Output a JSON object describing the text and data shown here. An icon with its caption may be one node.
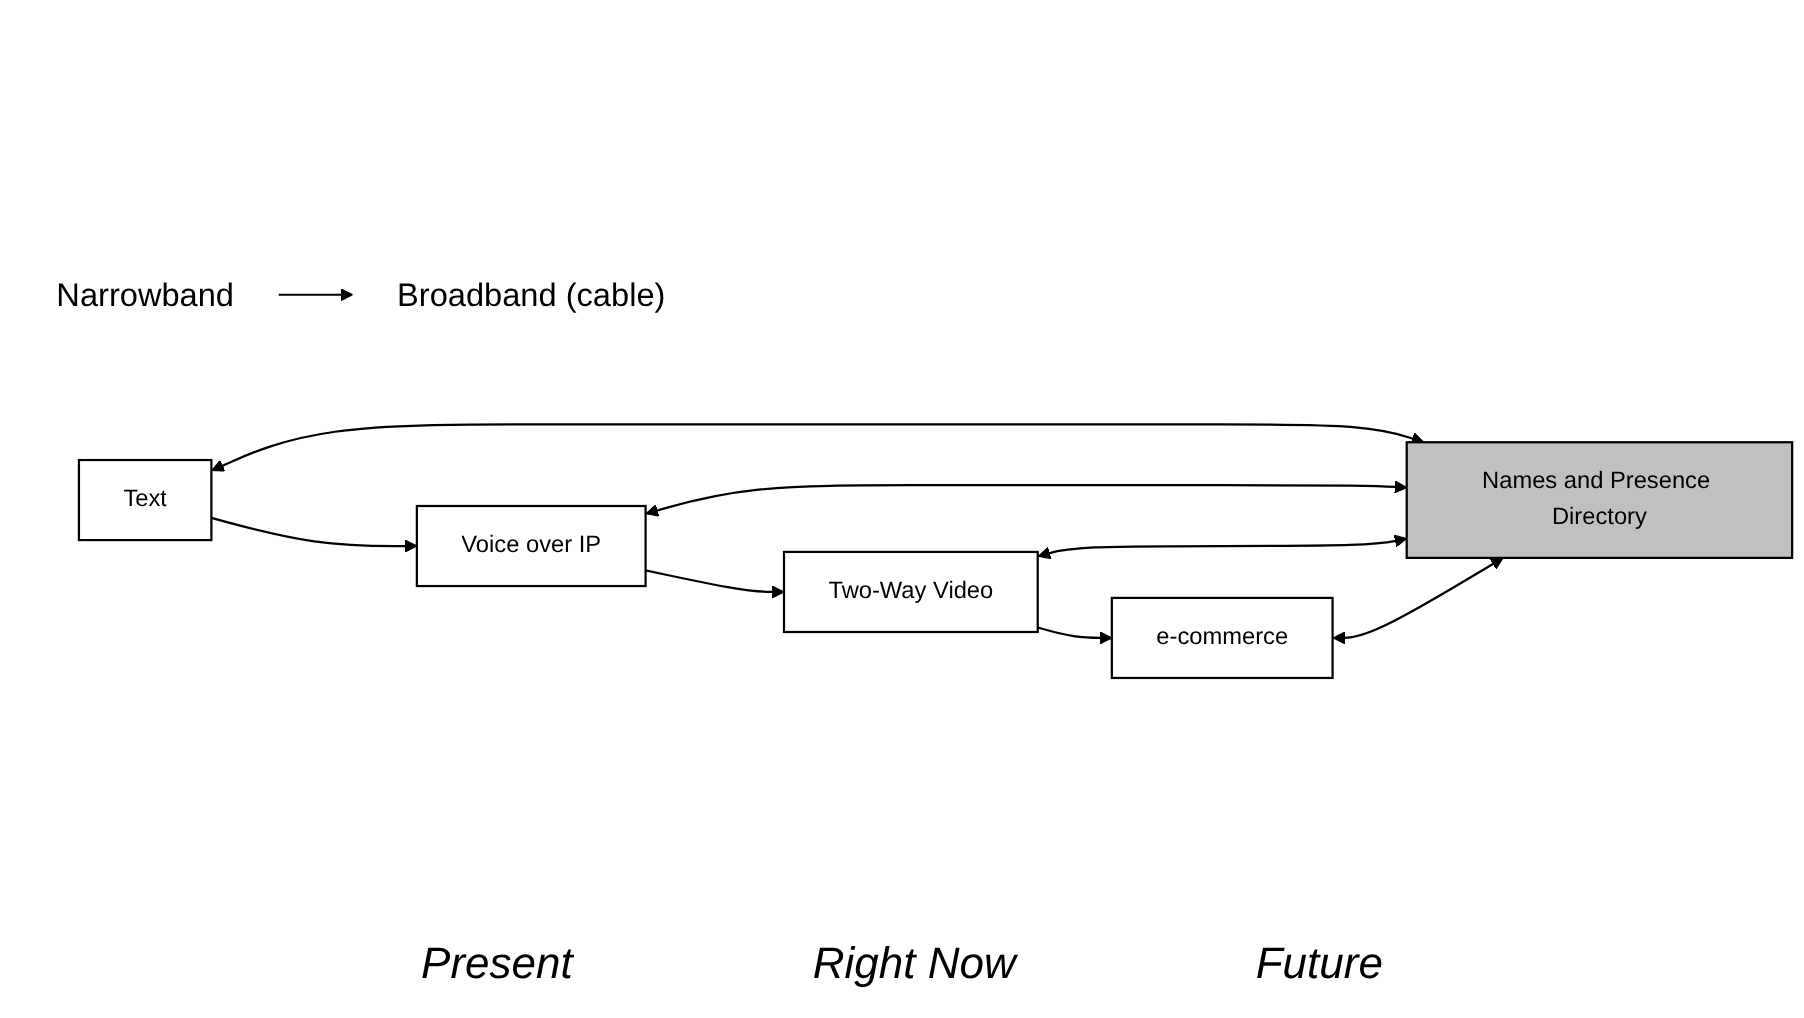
{
  "diagram": {
    "nodes": [
      {
        "text": [
          "Narrowband"
        ]
      },
      {
        "text": [
          "Broadband (cable)"
        ]
      },
      {
        "text": [
          "Text"
        ]
      },
      {
        "text": [
          "Voice over IP"
        ]
      },
      {
        "text": [
          "Two-Way Video"
        ]
      },
      {
        "text": [
          "e-commerce"
        ]
      },
      {
        "text": [
          "Names and Presence Directory"
        ]
      }
    ],
    "edges": [
      {
        "from": 0,
        "to": 1,
        "arrow": "to"
      },
      {
        "from": 2,
        "to": 3,
        "arrow": "to"
      },
      {
        "from": 3,
        "to": 4,
        "arrow": "to"
      },
      {
        "from": 4,
        "to": 5,
        "arrow": "to"
      },
      {
        "from": 2,
        "to": 6,
        "arrow": "both"
      },
      {
        "from": 3,
        "to": 6,
        "arrow": "both"
      },
      {
        "from": 4,
        "to": 6,
        "arrow": "both"
      },
      {
        "from": 5,
        "to": 6,
        "arrow": "both"
      }
    ],
    "labels": [
      "Present",
      "Right Now",
      "Future"
    ]
  }
}
